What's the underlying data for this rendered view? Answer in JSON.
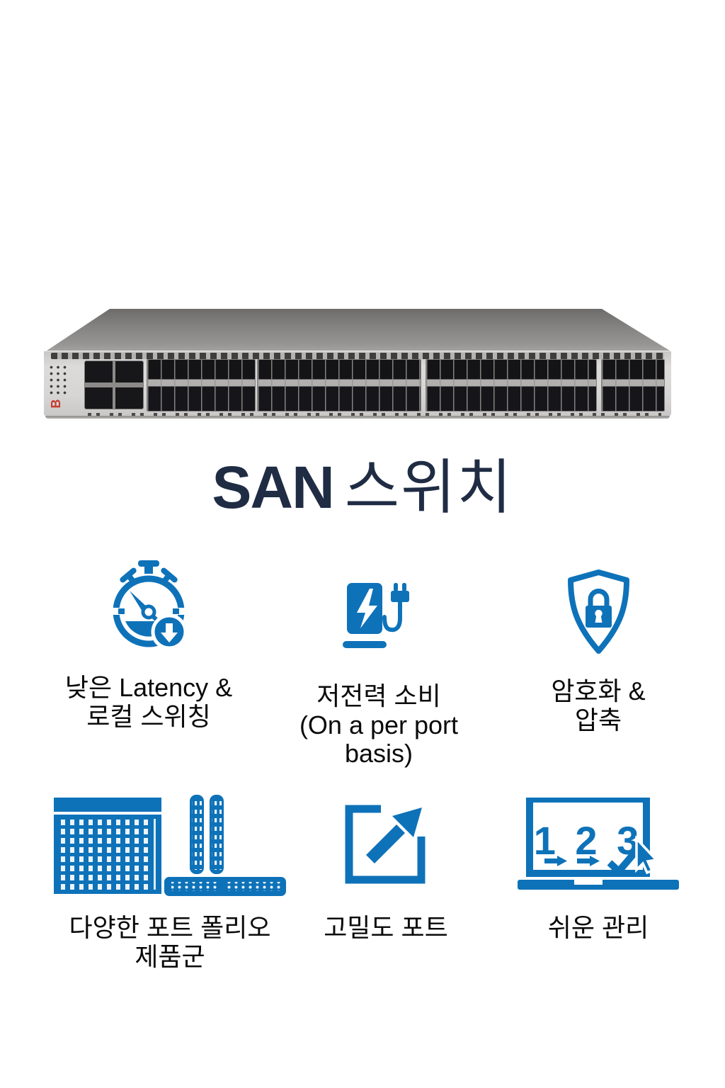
{
  "colors": {
    "accent": "#0E72B9",
    "title": "#1F2C44",
    "text": "#0A0A0A",
    "logo": "#C8392F"
  },
  "device": {
    "logo_text": "B"
  },
  "title": {
    "latin": "SAN",
    "korean": "스위치"
  },
  "features": [
    {
      "id": "low-latency",
      "icon": "stopwatch-down-arrow-icon",
      "lines": [
        "낮은 Latency &",
        "로컬 스위칭"
      ]
    },
    {
      "id": "low-power",
      "icon": "power-charger-icon",
      "lines": [
        "저전력 소비",
        "(On a per port",
        "basis)"
      ]
    },
    {
      "id": "encryption-compression",
      "icon": "shield-lock-icon",
      "lines": [
        "암호화 &",
        "압축"
      ]
    },
    {
      "id": "port-portfolio",
      "icon": "switch-portfolio-icon",
      "lines": [
        "다양한 포트 폴리오",
        "제품군"
      ]
    },
    {
      "id": "high-density-ports",
      "icon": "external-arrow-icon",
      "lines": [
        "고밀도 포트"
      ]
    },
    {
      "id": "easy-management",
      "icon": "laptop-steps-icon",
      "lines": [
        "쉬운 관리"
      ],
      "screen_text": "1 2 3"
    }
  ]
}
